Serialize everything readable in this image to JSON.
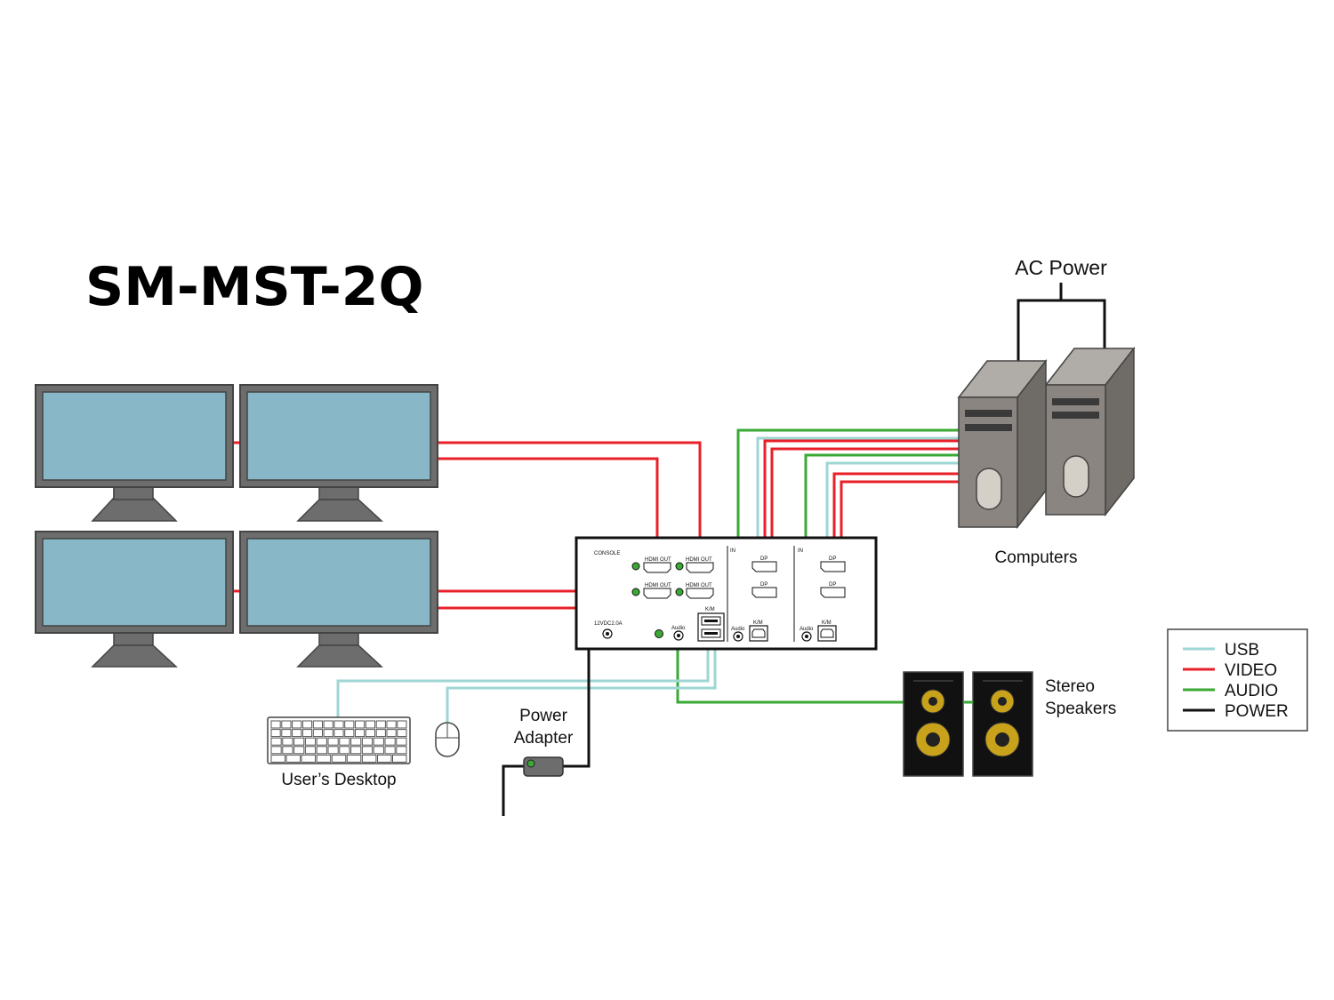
{
  "title": "SM-MST-2Q",
  "labels": {
    "ac_power": "AC Power",
    "computers": "Computers",
    "stereo": "Stereo",
    "speakers": "Speakers",
    "power": "Power",
    "adapter": "Adapter",
    "users_desktop": "User’s Desktop"
  },
  "device": {
    "console": "CONSOLE",
    "hdmi_out": "HDMI OUT",
    "power_rating": "12VDC2.0A",
    "audio": "Audio",
    "km": "K/M",
    "dp": "DP",
    "in": "IN"
  },
  "legend": [
    {
      "label": "USB",
      "color": "#9ed6d4"
    },
    {
      "label": "VIDEO",
      "color": "#e8202a"
    },
    {
      "label": "AUDIO",
      "color": "#3aaa35"
    },
    {
      "label": "POWER",
      "color": "#111111"
    }
  ],
  "colors": {
    "usb": "#9ed6d4",
    "video": "#e8202a",
    "audio": "#3aaa35",
    "power": "#111111",
    "screen": "#88b8c8",
    "bezel": "#6d6d6d",
    "tower": "#8a8580",
    "speaker_cone": "#c8a21a"
  }
}
